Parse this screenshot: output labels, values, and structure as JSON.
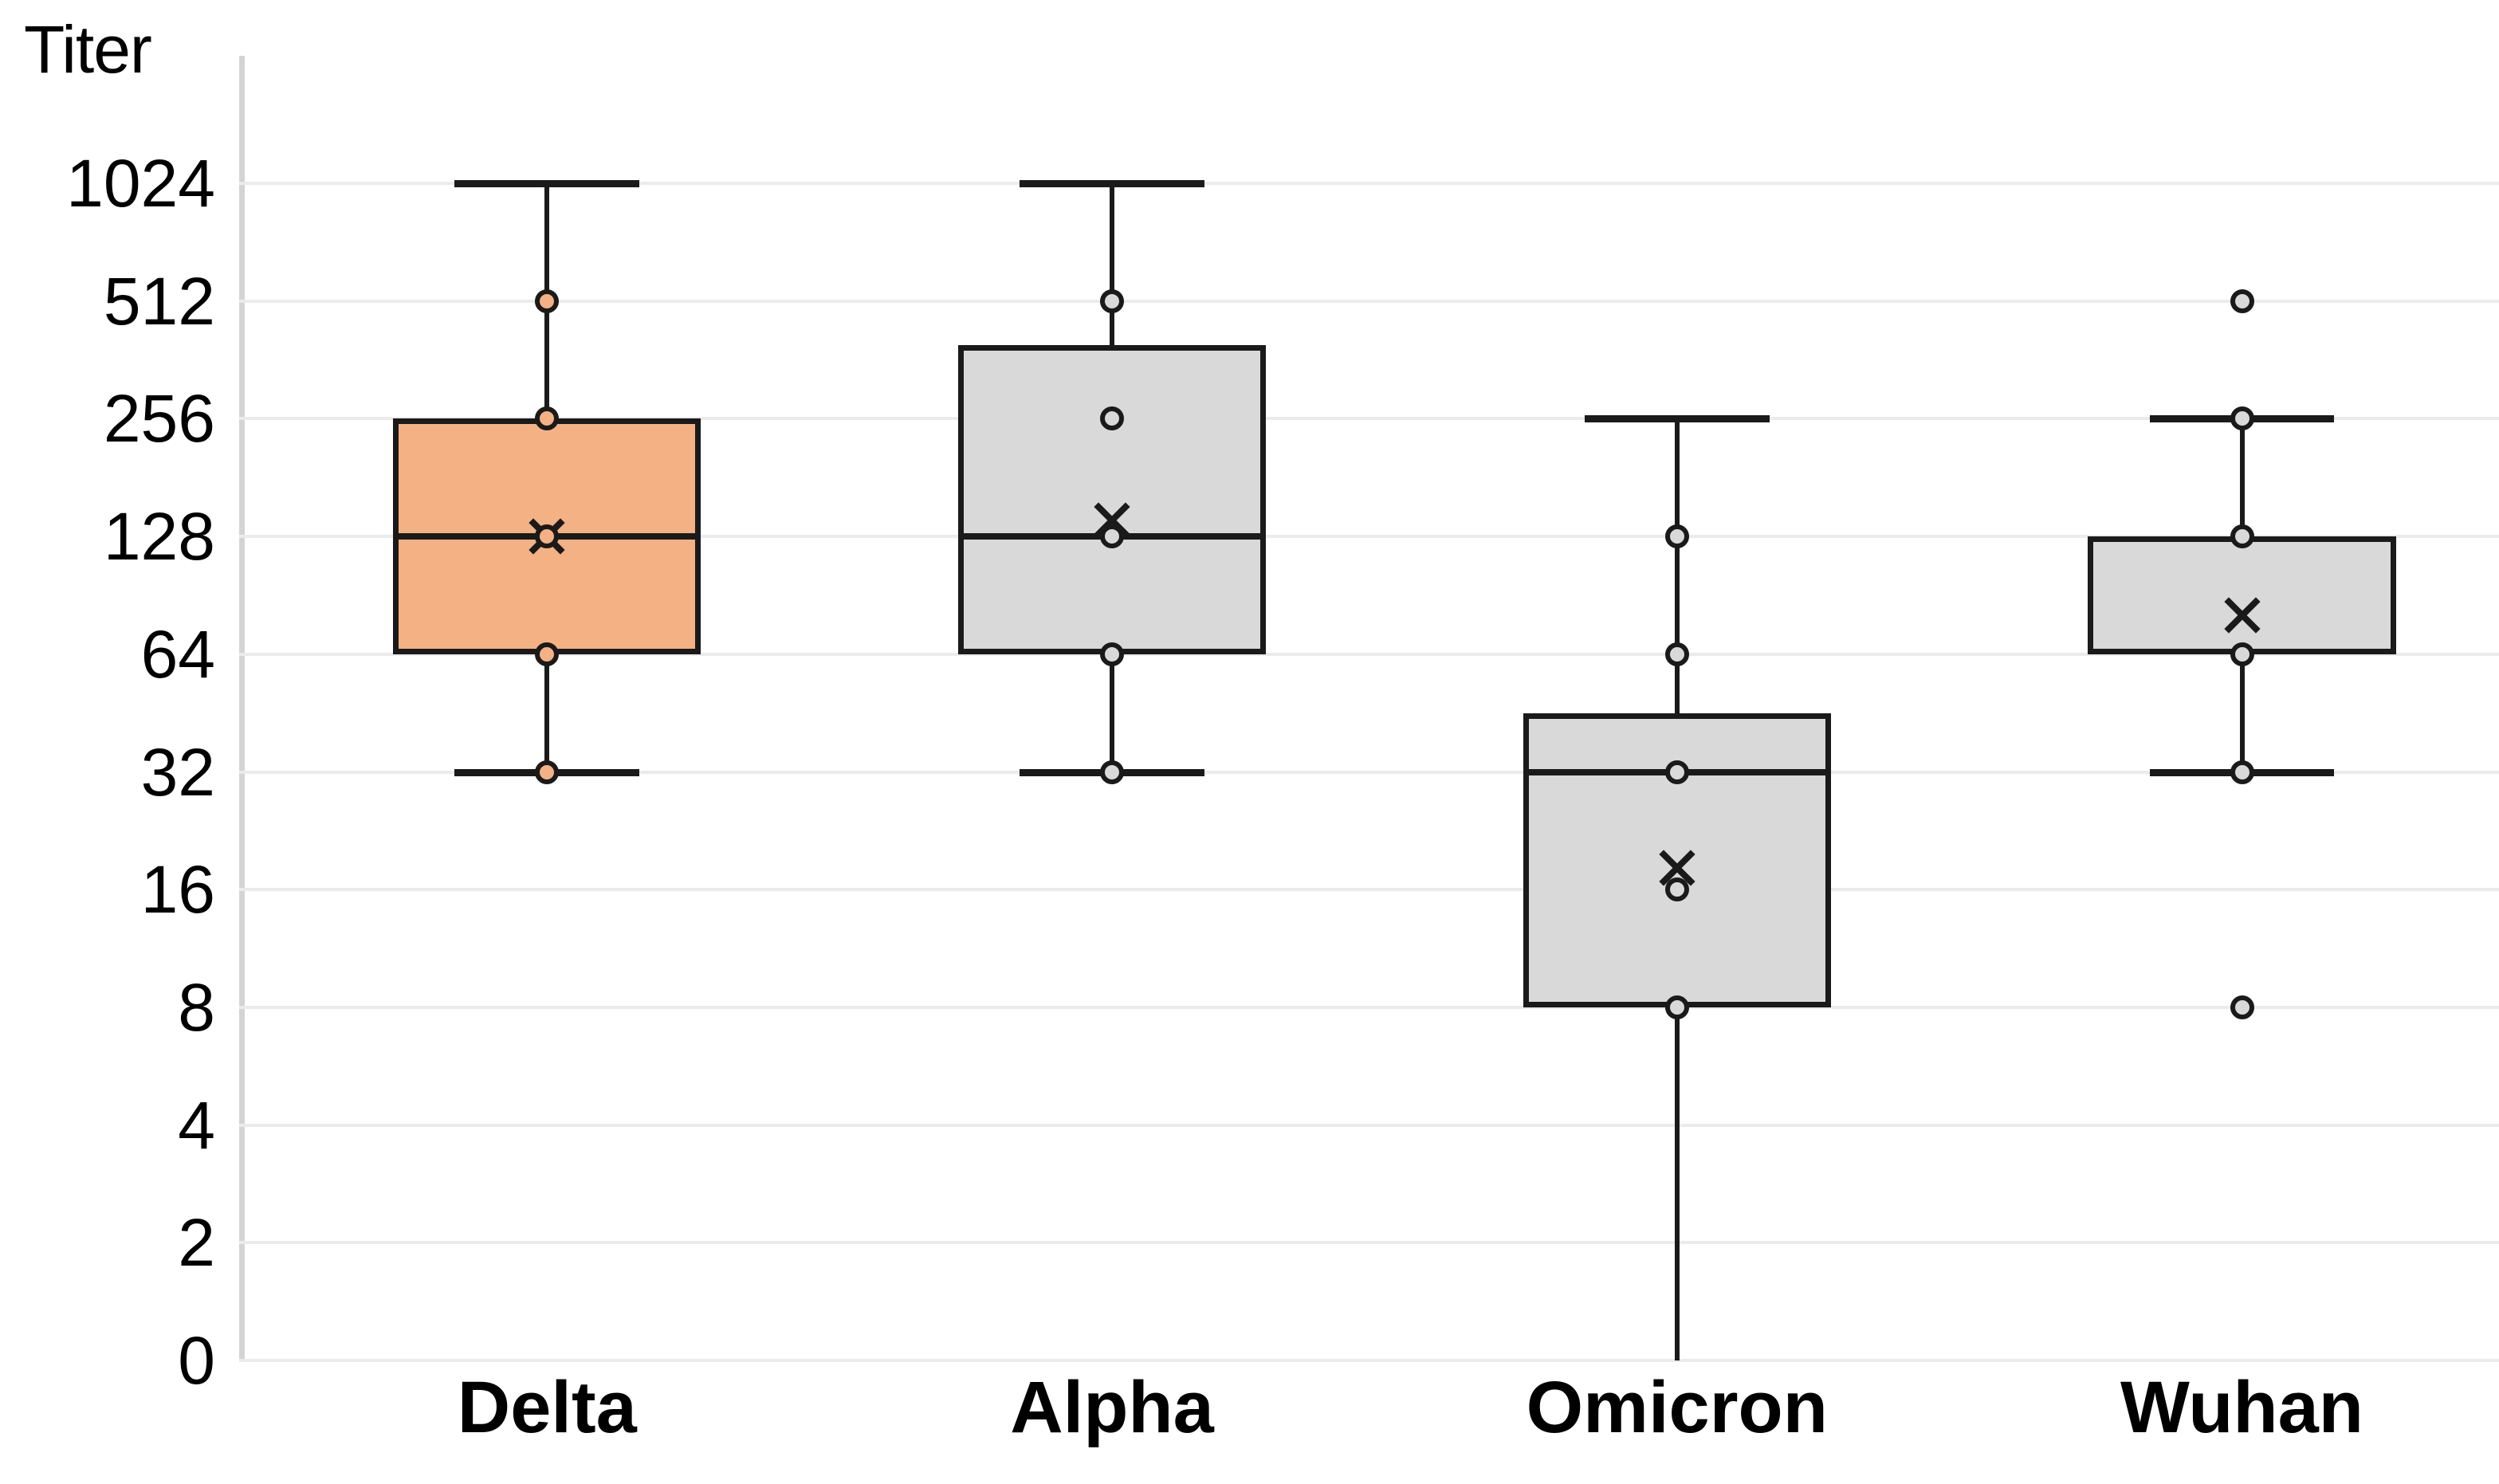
{
  "chart_data": {
    "type": "box",
    "title": "",
    "xlabel": "",
    "ylabel": "Titer",
    "categories": [
      "Delta",
      "Alpha",
      "Omicron",
      "Wuhan"
    ],
    "y_tick_labels": [
      "1024",
      "512",
      "256",
      "128",
      "64",
      "32",
      "16",
      "8",
      "4",
      "2",
      "0"
    ],
    "y_tick_values": [
      1024,
      512,
      256,
      128,
      64,
      32,
      16,
      8,
      4,
      2,
      0
    ],
    "y_scale": "log2-like (evenly spaced doubling ticks, floor at 0)",
    "grid": "horizontal",
    "legend": "none",
    "series": [
      {
        "name": "Delta",
        "fill_color": "#F4B183",
        "whisker_high": 1024,
        "q3": 256,
        "median": 128,
        "mean": 128,
        "q1": 64,
        "whisker_low": 32,
        "points": [
          512,
          256,
          128,
          64,
          32
        ]
      },
      {
        "name": "Alpha",
        "fill_color": "#D9D9D9",
        "whisker_high": 1024,
        "q3": 416,
        "median": 128,
        "mean": 145,
        "q1": 64,
        "whisker_low": 32,
        "points": [
          512,
          256,
          128,
          64,
          32
        ]
      },
      {
        "name": "Omicron",
        "fill_color": "#D9D9D9",
        "whisker_high": 256,
        "q3": 48,
        "median": 32,
        "mean": 19,
        "q1": 8,
        "whisker_low": 0,
        "points": [
          128,
          64,
          32,
          16,
          8
        ]
      },
      {
        "name": "Wuhan",
        "fill_color": "#D9D9D9",
        "whisker_high": 256,
        "q3": 128,
        "median": 128,
        "mean": 85,
        "q1": 64,
        "whisker_low": 32,
        "points": [
          512,
          256,
          128,
          64,
          32,
          8
        ],
        "outliers": [
          512,
          8
        ]
      }
    ],
    "colors": {
      "highlight_fill": "#F4B183",
      "default_fill": "#D9D9D9",
      "outline": "#1A1A1A",
      "gridline": "#EBEBEB",
      "axis": "#D4D4D4",
      "text": "#000000"
    }
  }
}
